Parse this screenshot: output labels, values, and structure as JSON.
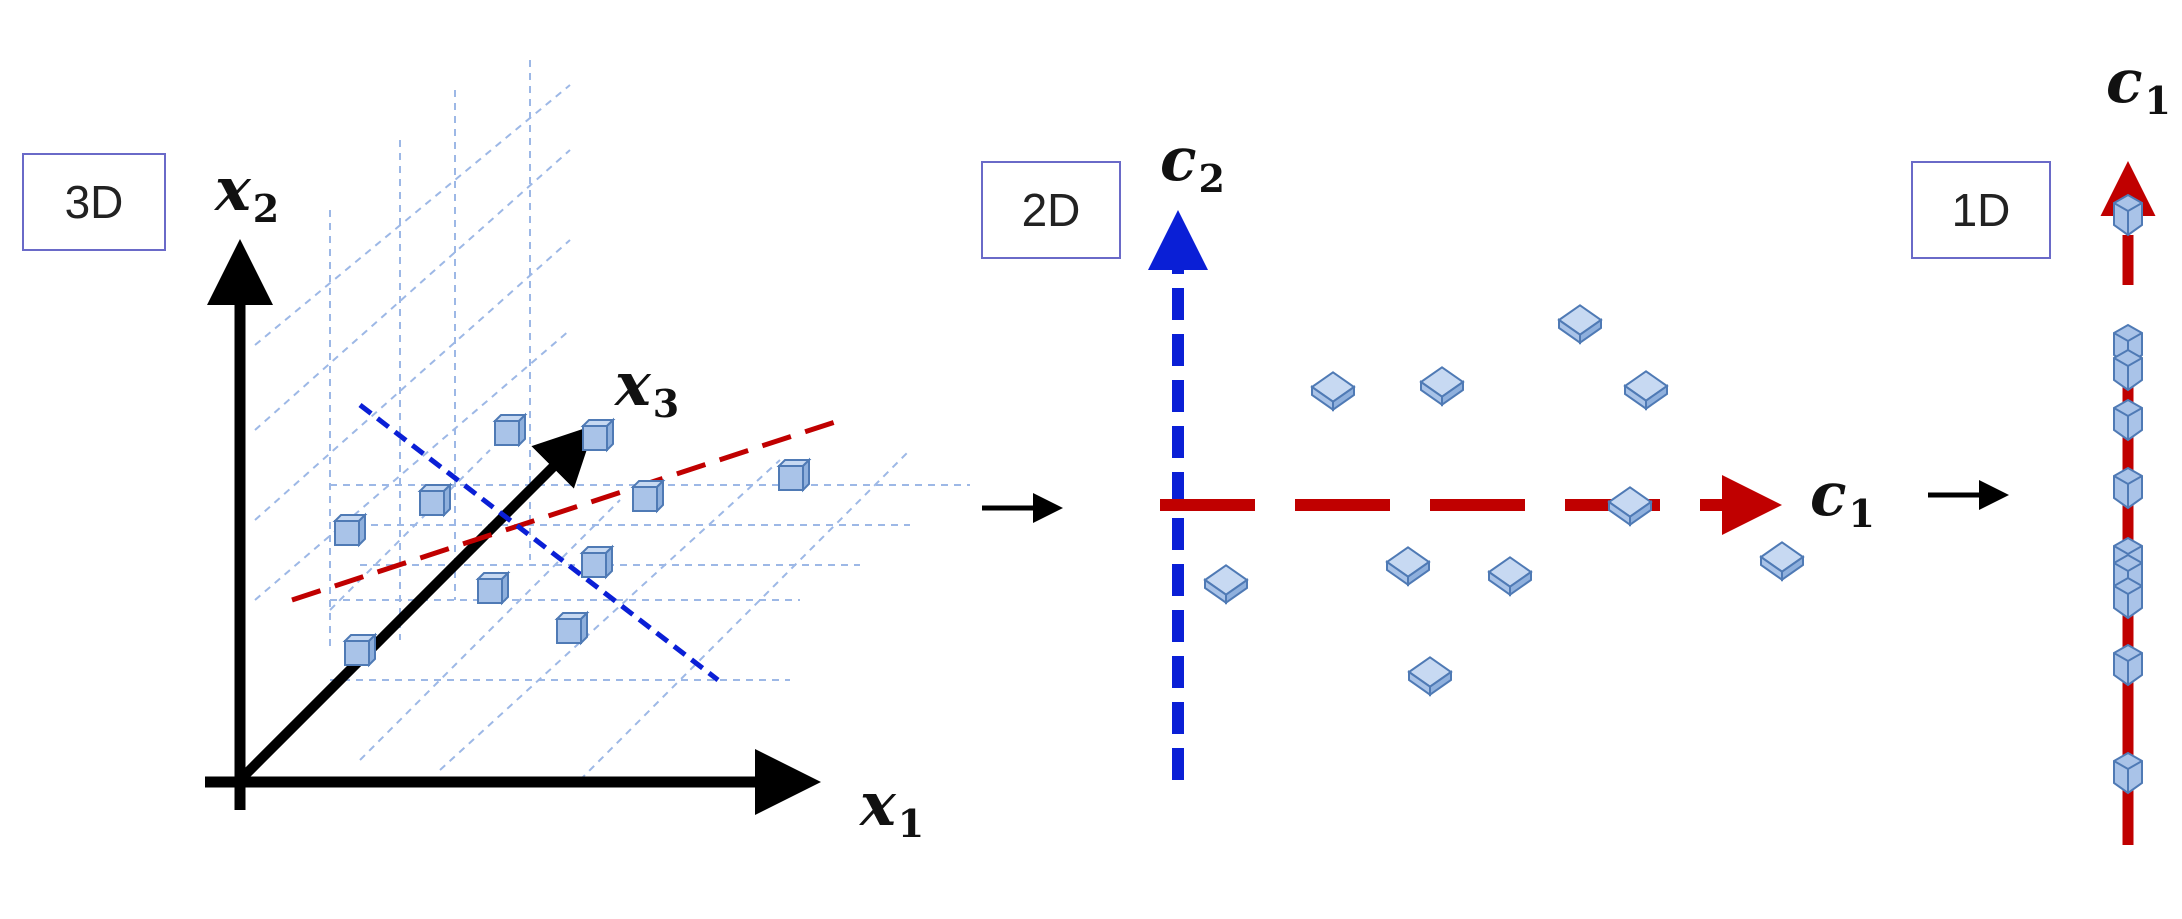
{
  "panels": {
    "p3d": {
      "tag": "3D",
      "axes": {
        "x1": "x",
        "x1_sub": "1",
        "x2": "x",
        "x2_sub": "2",
        "x3": "x",
        "x3_sub": "3"
      }
    },
    "p2d": {
      "tag": "2D",
      "axes": {
        "c1": "c",
        "c1_sub": "1",
        "c2": "c",
        "c2_sub": "2"
      }
    },
    "p1d": {
      "tag": "1D",
      "axes": {
        "c1": "c",
        "c1_sub": "1"
      }
    }
  },
  "colors": {
    "axis": "#000000",
    "pc1": "#c00000",
    "pc2": "#0a1fd6",
    "grid": "#9db8e6",
    "cube_face": "#a9c3e8",
    "cube_edge": "#4f7ab5",
    "tag_border": "#6a6ac8"
  },
  "icons": {
    "point": "cube-icon",
    "transition": "right-arrow-icon"
  }
}
